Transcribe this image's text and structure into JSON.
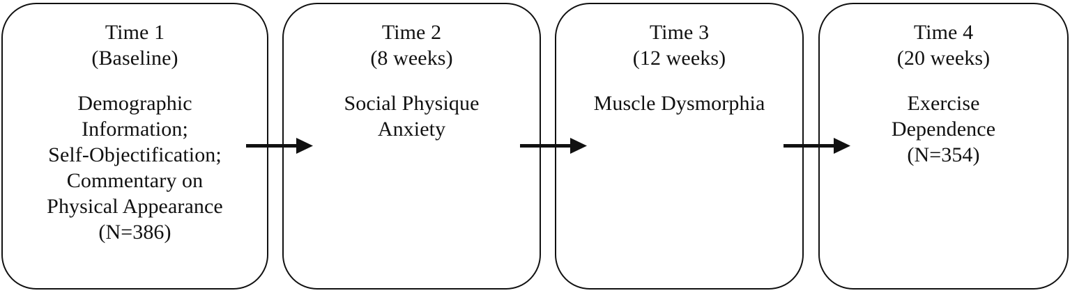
{
  "figure": {
    "type": "flow-diagram",
    "orientation": "left-to-right",
    "box_count": 4,
    "arrow_count": 3,
    "colors": {
      "stroke": "#111111",
      "background": "#ffffff"
    }
  },
  "stages": [
    {
      "id": "time-1",
      "header": [
        "Time 1",
        "(Baseline)"
      ],
      "body": [
        "Demographic",
        "Information;",
        "Self-Objectification;",
        "Commentary on",
        "Physical Appearance",
        "(N=386)"
      ],
      "sample_size": "N=386",
      "timepoint": "Baseline"
    },
    {
      "id": "time-2",
      "header": [
        "Time 2",
        "(8 weeks)"
      ],
      "body": [
        "Social Physique",
        "Anxiety"
      ],
      "sample_size": "",
      "timepoint": "8 weeks"
    },
    {
      "id": "time-3",
      "header": [
        "Time 3",
        "(12 weeks)"
      ],
      "body": [
        "Muscle Dysmorphia"
      ],
      "sample_size": "",
      "timepoint": "12 weeks"
    },
    {
      "id": "time-4",
      "header": [
        "Time 4",
        "(20 weeks)"
      ],
      "body": [
        "Exercise",
        "Dependence",
        "(N=354)"
      ],
      "sample_size": "N=354",
      "timepoint": "20 weeks"
    }
  ],
  "arrows": [
    {
      "id": "arrow-1-2",
      "from": "time-1",
      "to": "time-2",
      "direction": "right"
    },
    {
      "id": "arrow-2-3",
      "from": "time-2",
      "to": "time-3",
      "direction": "right"
    },
    {
      "id": "arrow-3-4",
      "from": "time-3",
      "to": "time-4",
      "direction": "right"
    }
  ]
}
